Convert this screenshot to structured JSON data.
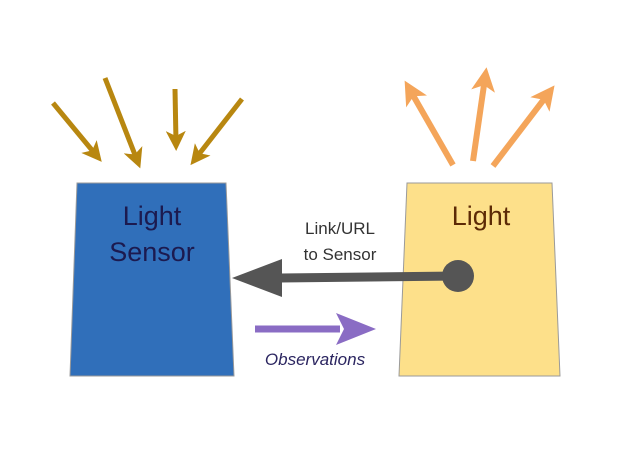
{
  "diagram": {
    "colors": {
      "sensor_fill": "#306fba",
      "sensor_text": "#1c1a4f",
      "light_fill": "#fde08a",
      "light_text": "#5c2a06",
      "incoming_rays": "#b88710",
      "outgoing_rays": "#f4a55a",
      "link_arrow": "#555555",
      "observations_arrow": "#8a6cc4",
      "observations_text": "#2b2560",
      "box_border": "#9a9a9a"
    },
    "nodes": {
      "sensor": {
        "line1": "Light",
        "line2": "Sensor"
      },
      "light": {
        "label": "Light"
      }
    },
    "edges": {
      "link": {
        "line1": "Link/URL",
        "line2": "to Sensor"
      },
      "observations": {
        "label": "Observations"
      }
    }
  }
}
